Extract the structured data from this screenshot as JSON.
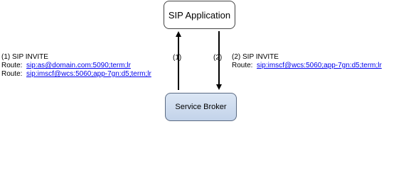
{
  "nodes": {
    "sip_application": "SIP Application",
    "service_broker": "Service Broker"
  },
  "arrows": {
    "up_label": "(1)",
    "down_label": "(2)"
  },
  "left_annotation": {
    "title": "(1) SIP INVITE",
    "route_prefix_1": "Route:",
    "route_uri_1": "sip:as@domain.com:5090;term;lr",
    "route_prefix_2": "Route:",
    "route_uri_2": "sip:imscf@wcs:5060;app-7gn:d5;term;lr"
  },
  "right_annotation": {
    "title": "(2) SIP INVITE",
    "route_prefix": "Route:",
    "route_uri": "sip:imscf@wcs:5060;app-7gn:d5;term;lr"
  },
  "colors": {
    "link": "#0000ee",
    "broker_fill": "#c9d8ec",
    "border": "#444444"
  }
}
